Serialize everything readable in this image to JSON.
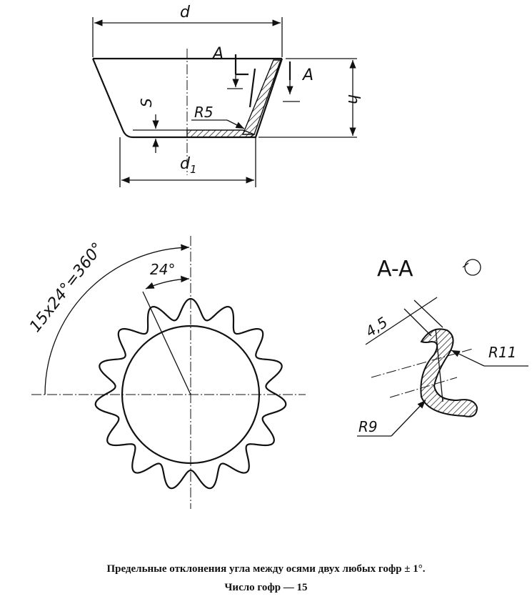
{
  "top_view": {
    "dim_d": "d",
    "dim_d1": "d",
    "dim_d1_sub": "1",
    "dim_s": "S",
    "dim_h": "h",
    "radius_r5": "R5",
    "section_mark_left": "A",
    "section_mark_right": "A"
  },
  "plan_view": {
    "angle_total": "15x24°=360°",
    "angle_pitch": "24°",
    "corrugation_count": 15
  },
  "section_view": {
    "title": "A-A",
    "width_dim": "4,5",
    "radius_outer": "R11",
    "radius_inner": "R9"
  },
  "notes": {
    "line1": "Предельные отклонения угла между осями двух любых гофр ± 1°.",
    "line2": "Число гофр — 15"
  }
}
